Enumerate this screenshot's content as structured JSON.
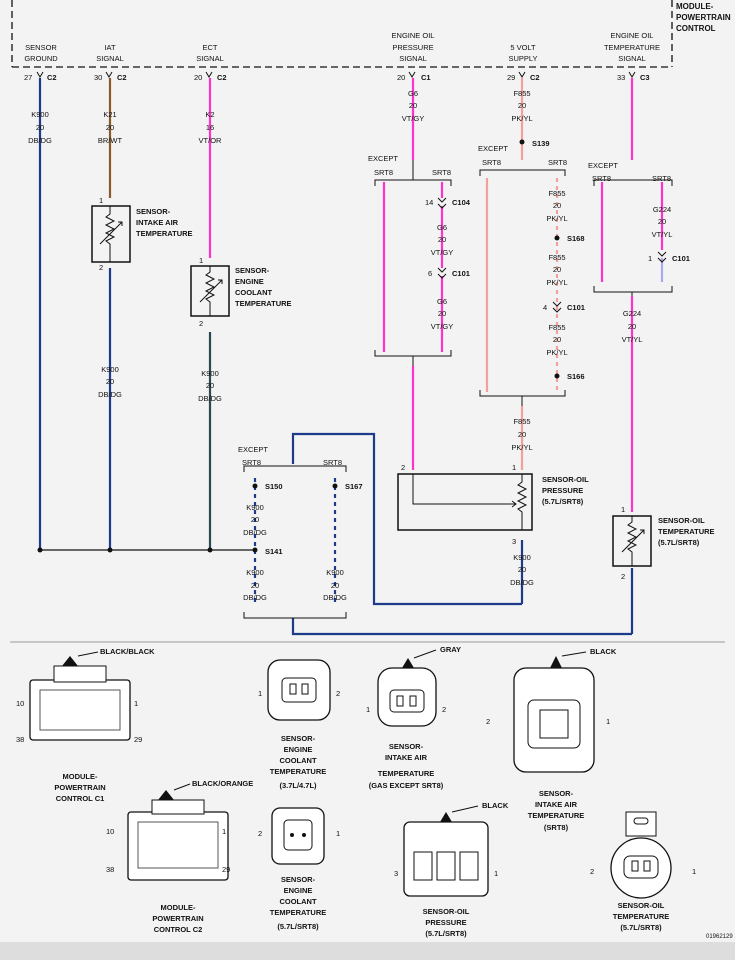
{
  "module": {
    "title1": "MODULE-",
    "title2": "POWERTRAIN",
    "title3": "CONTROL"
  },
  "colors": {
    "darkblue": "#1e3a8a",
    "brown": "#8b5a2b",
    "magenta": "#ff33cc",
    "salmon": "#f4a09a",
    "lavender": "#a8a8f0",
    "darkteal": "#2a4a50",
    "black": "#111111"
  },
  "circuits": [
    {
      "id": "sensor_ground",
      "name": [
        "SENSOR",
        "GROUND"
      ],
      "pin": "27",
      "conn": "C2",
      "wire": [
        "K900",
        "20",
        "DB/DG"
      ]
    },
    {
      "id": "iat",
      "name": [
        "IAT",
        "SIGNAL"
      ],
      "pin": "30",
      "conn": "C2",
      "wire": [
        "K21",
        "20",
        "BR/WT"
      ]
    },
    {
      "id": "ect",
      "name": [
        "ECT",
        "SIGNAL"
      ],
      "pin": "20",
      "conn": "C2",
      "wire": [
        "K2",
        "16",
        "VT/OR"
      ]
    },
    {
      "id": "oil_press",
      "name": [
        "ENGINE OIL",
        "PRESSURE",
        "SIGNAL"
      ],
      "pin": "20",
      "conn": "C1",
      "wire": [
        "G6",
        "20",
        "VT/GY"
      ]
    },
    {
      "id": "v5",
      "name": [
        "5 VOLT",
        "SUPPLY"
      ],
      "pin": "29",
      "conn": "C2",
      "wire": [
        "F855",
        "20",
        "PK/YL"
      ]
    },
    {
      "id": "oil_temp",
      "name": [
        "ENGINE OIL",
        "TEMPERATURE",
        "SIGNAL"
      ],
      "pin": "33",
      "conn": "C3"
    }
  ],
  "labels": {
    "except": "EXCEPT",
    "srt8": "SRT8",
    "s139": "S139",
    "s168": "S168",
    "s166": "S166",
    "s150": "S150",
    "s167": "S167",
    "s141": "S141",
    "c104": "C104",
    "c101": "C101",
    "c101b": "C101",
    "c101c": "C101",
    "pin14": "14",
    "pin6": "6",
    "pin4": "4",
    "pin1": "1",
    "pin2": "2",
    "pin3": "3",
    "g6": "G6",
    "n20": "20",
    "vtgy": "VT/GY",
    "f855": "F855",
    "pkyl": "PK/YL",
    "g224": "G224",
    "vtyl": "VT/YL",
    "k900": "K900",
    "dbdg": "DB/DG",
    "iat_sensor": [
      "SENSOR-",
      "INTAKE AIR",
      "TEMPERATURE"
    ],
    "ect_sensor": [
      "SENSOR-",
      "ENGINE",
      "COOLANT",
      "TEMPERATURE"
    ],
    "op_sensor": [
      "SENSOR-OIL",
      "PRESSURE",
      "(5.7L/SRT8)"
    ],
    "ot_sensor": [
      "SENSOR-OIL",
      "TEMPERATURE",
      "(5.7L/SRT8)"
    ]
  },
  "connectors": {
    "pcm_c1": {
      "color": "BLACK/BLACK",
      "name": [
        "MODULE-",
        "POWERTRAIN",
        "CONTROL C1"
      ],
      "pins": [
        "10",
        "1",
        "38",
        "29"
      ]
    },
    "pcm_c2": {
      "color": "BLACK/ORANGE",
      "name": [
        "MODULE-",
        "POWERTRAIN",
        "CONTROL C2"
      ],
      "pins": [
        "10",
        "1",
        "38",
        "29"
      ]
    },
    "ect_37": {
      "name": [
        "SENSOR-",
        "ENGINE",
        "COOLANT",
        "TEMPERATURE",
        "(3.7L/4.7L)"
      ],
      "pins": [
        "1",
        "2"
      ]
    },
    "iat_gas": {
      "color": "GRAY",
      "name": [
        "SENSOR-",
        "INTAKE AIR",
        "TEMPERATURE",
        "(GAS EXCEPT SRT8)"
      ],
      "pins": [
        "1",
        "2"
      ]
    },
    "iat_srt8": {
      "color": "BLACK",
      "name": [
        "SENSOR-",
        "INTAKE AIR",
        "TEMPERATURE",
        "(SRT8)"
      ],
      "pins": [
        "2",
        "1"
      ]
    },
    "ect_57": {
      "name": [
        "SENSOR-",
        "ENGINE",
        "COOLANT",
        "TEMPERATURE",
        "(5.7L/SRT8)"
      ],
      "pins": [
        "2",
        "1"
      ]
    },
    "op_57": {
      "color": "BLACK",
      "name": [
        "SENSOR-OIL",
        "PRESSURE",
        "(5.7L/SRT8)"
      ],
      "pins": [
        "3",
        "1"
      ]
    },
    "ot_57": {
      "name": [
        "SENSOR-OIL",
        "TEMPERATURE",
        "(5.7L/SRT8)"
      ],
      "pins": [
        "2",
        "1"
      ]
    }
  },
  "figure_id": "01962129"
}
